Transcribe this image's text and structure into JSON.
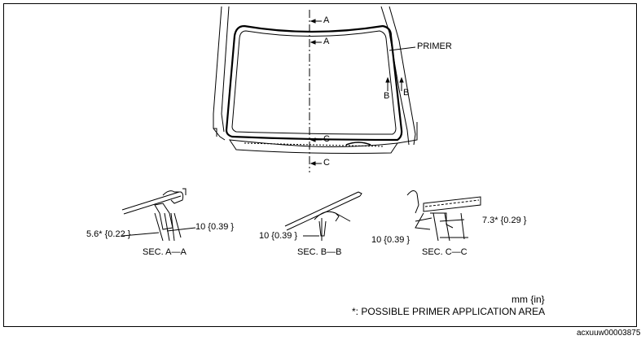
{
  "labels": {
    "sec_a_top": "A",
    "sec_a_mid": "A",
    "primer": "PRIMER",
    "sec_b_left": "B",
    "sec_b_right": "B",
    "sec_c_upper": "C",
    "sec_c_lower": "C"
  },
  "sections": {
    "a": {
      "caption": "SEC. A—A",
      "dim1": "5.6* {0.22 }",
      "dim2": "10 {0.39 }"
    },
    "b": {
      "caption": "SEC. B—B",
      "dim1": "10 {0.39 }"
    },
    "c": {
      "caption": "SEC. C—C",
      "dim1": "7.3* {0.29 }",
      "dim2": "10 {0.39 }"
    }
  },
  "footer": {
    "units": "mm {in}",
    "note": "*: POSSIBLE PRIMER APPLICATION AREA",
    "code": "acxuuw00003875"
  }
}
